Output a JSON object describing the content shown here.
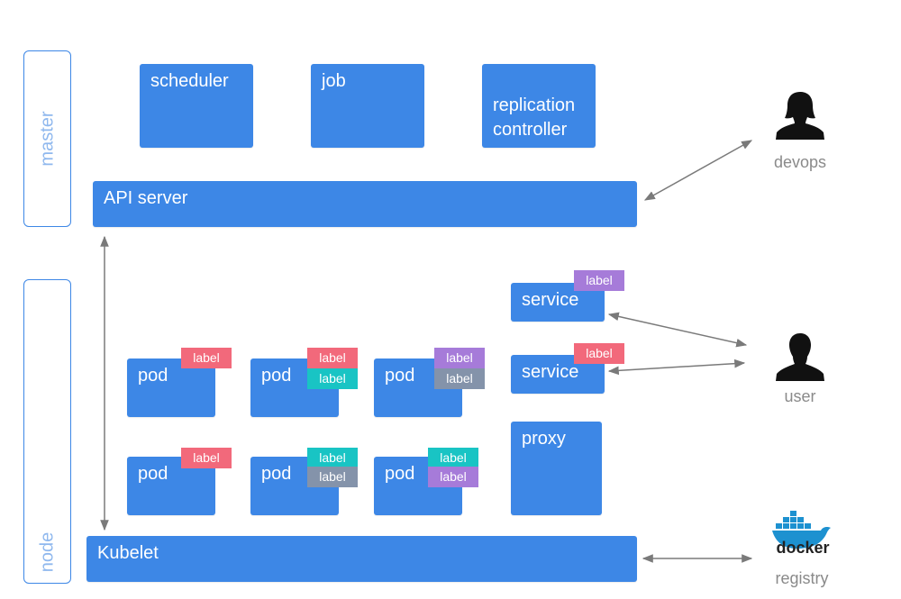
{
  "groups": {
    "master": "master",
    "node": "node"
  },
  "master": {
    "scheduler": "scheduler",
    "job": "job",
    "replication_controller": "replication\ncontroller",
    "api_server": "API server"
  },
  "node": {
    "pods": [
      {
        "label": "pod",
        "tags": [
          "label"
        ]
      },
      {
        "label": "pod",
        "tags": [
          "label",
          "label"
        ]
      },
      {
        "label": "pod",
        "tags": [
          "label",
          "label"
        ]
      },
      {
        "label": "pod",
        "tags": [
          "label"
        ]
      },
      {
        "label": "pod",
        "tags": [
          "label",
          "label"
        ]
      },
      {
        "label": "pod",
        "tags": [
          "label",
          "label"
        ]
      }
    ],
    "services": [
      {
        "label": "service",
        "tag": "label"
      },
      {
        "label": "service",
        "tag": "label"
      }
    ],
    "proxy": "proxy",
    "kubelet": "Kubelet"
  },
  "actors": {
    "devops": "devops",
    "user": "user",
    "registry": "registry",
    "docker_logo_text": "docker"
  },
  "colors": {
    "box": "#3d87e6",
    "pink": "#f2697b",
    "teal": "#19c4c4",
    "purple": "#a67bd9",
    "slate": "#8493aa",
    "arrow": "#7a7a7a"
  }
}
